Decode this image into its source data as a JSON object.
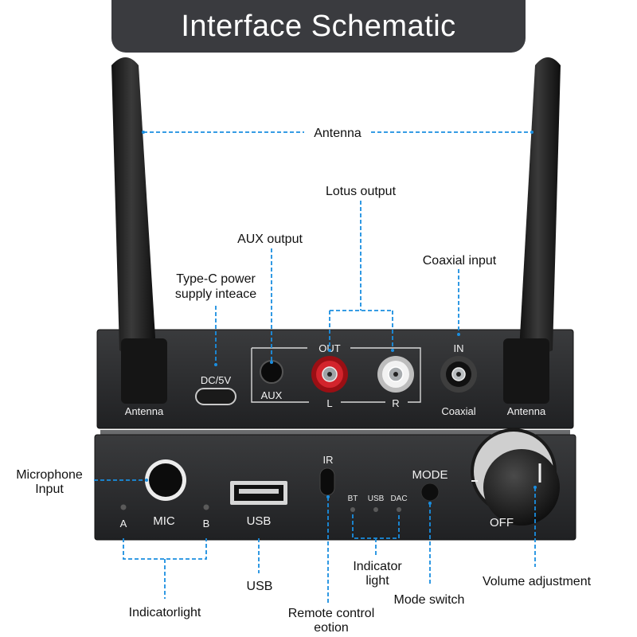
{
  "title": "Interface Schematic",
  "colors": {
    "banner": "#3a3b3f",
    "leader_line": "#1a8ee0",
    "device_body": "#2b2c2e",
    "rca_red": "#c0141c",
    "rca_white": "#e6e6e6"
  },
  "callouts": {
    "antenna": "Antenna",
    "lotus_output": "Lotus output",
    "aux_output": "AUX output",
    "coaxial_input": "Coaxial input",
    "type_c_line1": "Type-C power",
    "type_c_line2": "supply inteace",
    "microphone_line1": "Microphone",
    "microphone_line2": "Input",
    "usb": "USB",
    "indicator_light_line1": "Indicator",
    "indicator_light_line2": "light",
    "volume_adjustment": "Volume adjustment",
    "mode_switch": "Mode switch",
    "indicatorlight": "Indicatorlight",
    "remote_control_line1": "Remote control",
    "remote_control_line2": "eotion"
  },
  "back_panel": {
    "dc": "DC/5V",
    "aux": "AUX",
    "out": "OUT",
    "left": "L",
    "right": "R",
    "in": "IN",
    "coaxial": "Coaxial",
    "antenna_left": "Antenna",
    "antenna_right": "Antenna"
  },
  "front_panel": {
    "mic": "MIC",
    "led_a": "A",
    "led_b": "B",
    "usb": "USB",
    "ir": "IR",
    "bt": "BT",
    "usb_led": "USB",
    "dac": "DAC",
    "mode": "MODE",
    "off": "OFF"
  }
}
